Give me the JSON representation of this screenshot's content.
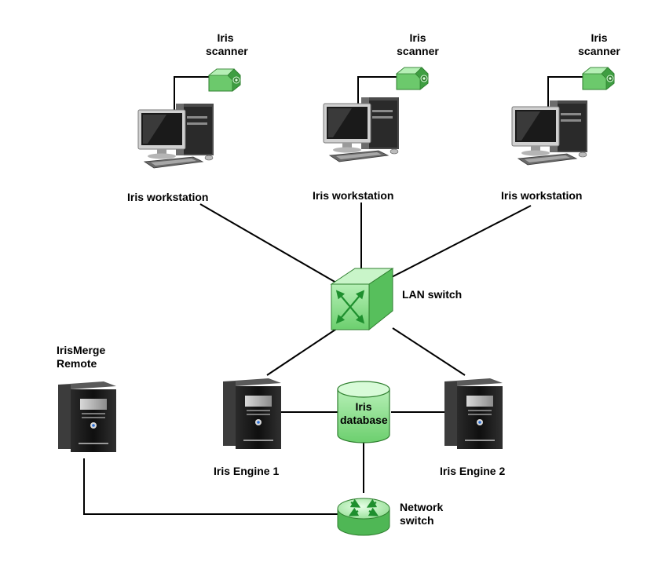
{
  "colors": {
    "line": "#000000",
    "device_green": "#7fd87f",
    "device_green_dark": "#3fa845",
    "arrow_green": "#1e8f2e",
    "monitor_gray": "#c8c8c8",
    "server_black": "#1b1b1b"
  },
  "nodes": {
    "scanner_1": {
      "label_line1": "Iris",
      "label_line2": "scanner",
      "icon": "iris-scanner-icon"
    },
    "scanner_2": {
      "label_line1": "Iris",
      "label_line2": "scanner",
      "icon": "iris-scanner-icon"
    },
    "scanner_3": {
      "label_line1": "Iris",
      "label_line2": "scanner",
      "icon": "iris-scanner-icon"
    },
    "workstation_1": {
      "label": "Iris workstation",
      "icon": "desktop-computer-icon"
    },
    "workstation_2": {
      "label": "Iris workstation",
      "icon": "desktop-computer-icon"
    },
    "workstation_3": {
      "label": "Iris workstation",
      "icon": "desktop-computer-icon"
    },
    "lan_switch": {
      "label": "LAN switch",
      "icon": "lan-switch-icon"
    },
    "merge_remote": {
      "label_line1": "IrisMerge",
      "label_line2": "Remote",
      "icon": "server-tower-icon"
    },
    "engine_1": {
      "label": "Iris Engine 1",
      "icon": "server-tower-icon"
    },
    "engine_2": {
      "label": "Iris Engine 2",
      "icon": "server-tower-icon"
    },
    "database": {
      "label_line1": "Iris",
      "label_line2": "database",
      "icon": "database-cylinder-icon"
    },
    "network_switch": {
      "label_line1": "Network",
      "label_line2": "switch",
      "icon": "network-switch-icon"
    }
  },
  "connections": [
    {
      "from": "scanner_1",
      "to": "workstation_1"
    },
    {
      "from": "scanner_2",
      "to": "workstation_2"
    },
    {
      "from": "scanner_3",
      "to": "workstation_3"
    },
    {
      "from": "workstation_1",
      "to": "lan_switch"
    },
    {
      "from": "workstation_2",
      "to": "lan_switch"
    },
    {
      "from": "workstation_3",
      "to": "lan_switch"
    },
    {
      "from": "lan_switch",
      "to": "engine_1"
    },
    {
      "from": "lan_switch",
      "to": "engine_2"
    },
    {
      "from": "engine_1",
      "to": "database"
    },
    {
      "from": "database",
      "to": "engine_2"
    },
    {
      "from": "database",
      "to": "network_switch"
    },
    {
      "from": "merge_remote",
      "to": "network_switch"
    }
  ]
}
